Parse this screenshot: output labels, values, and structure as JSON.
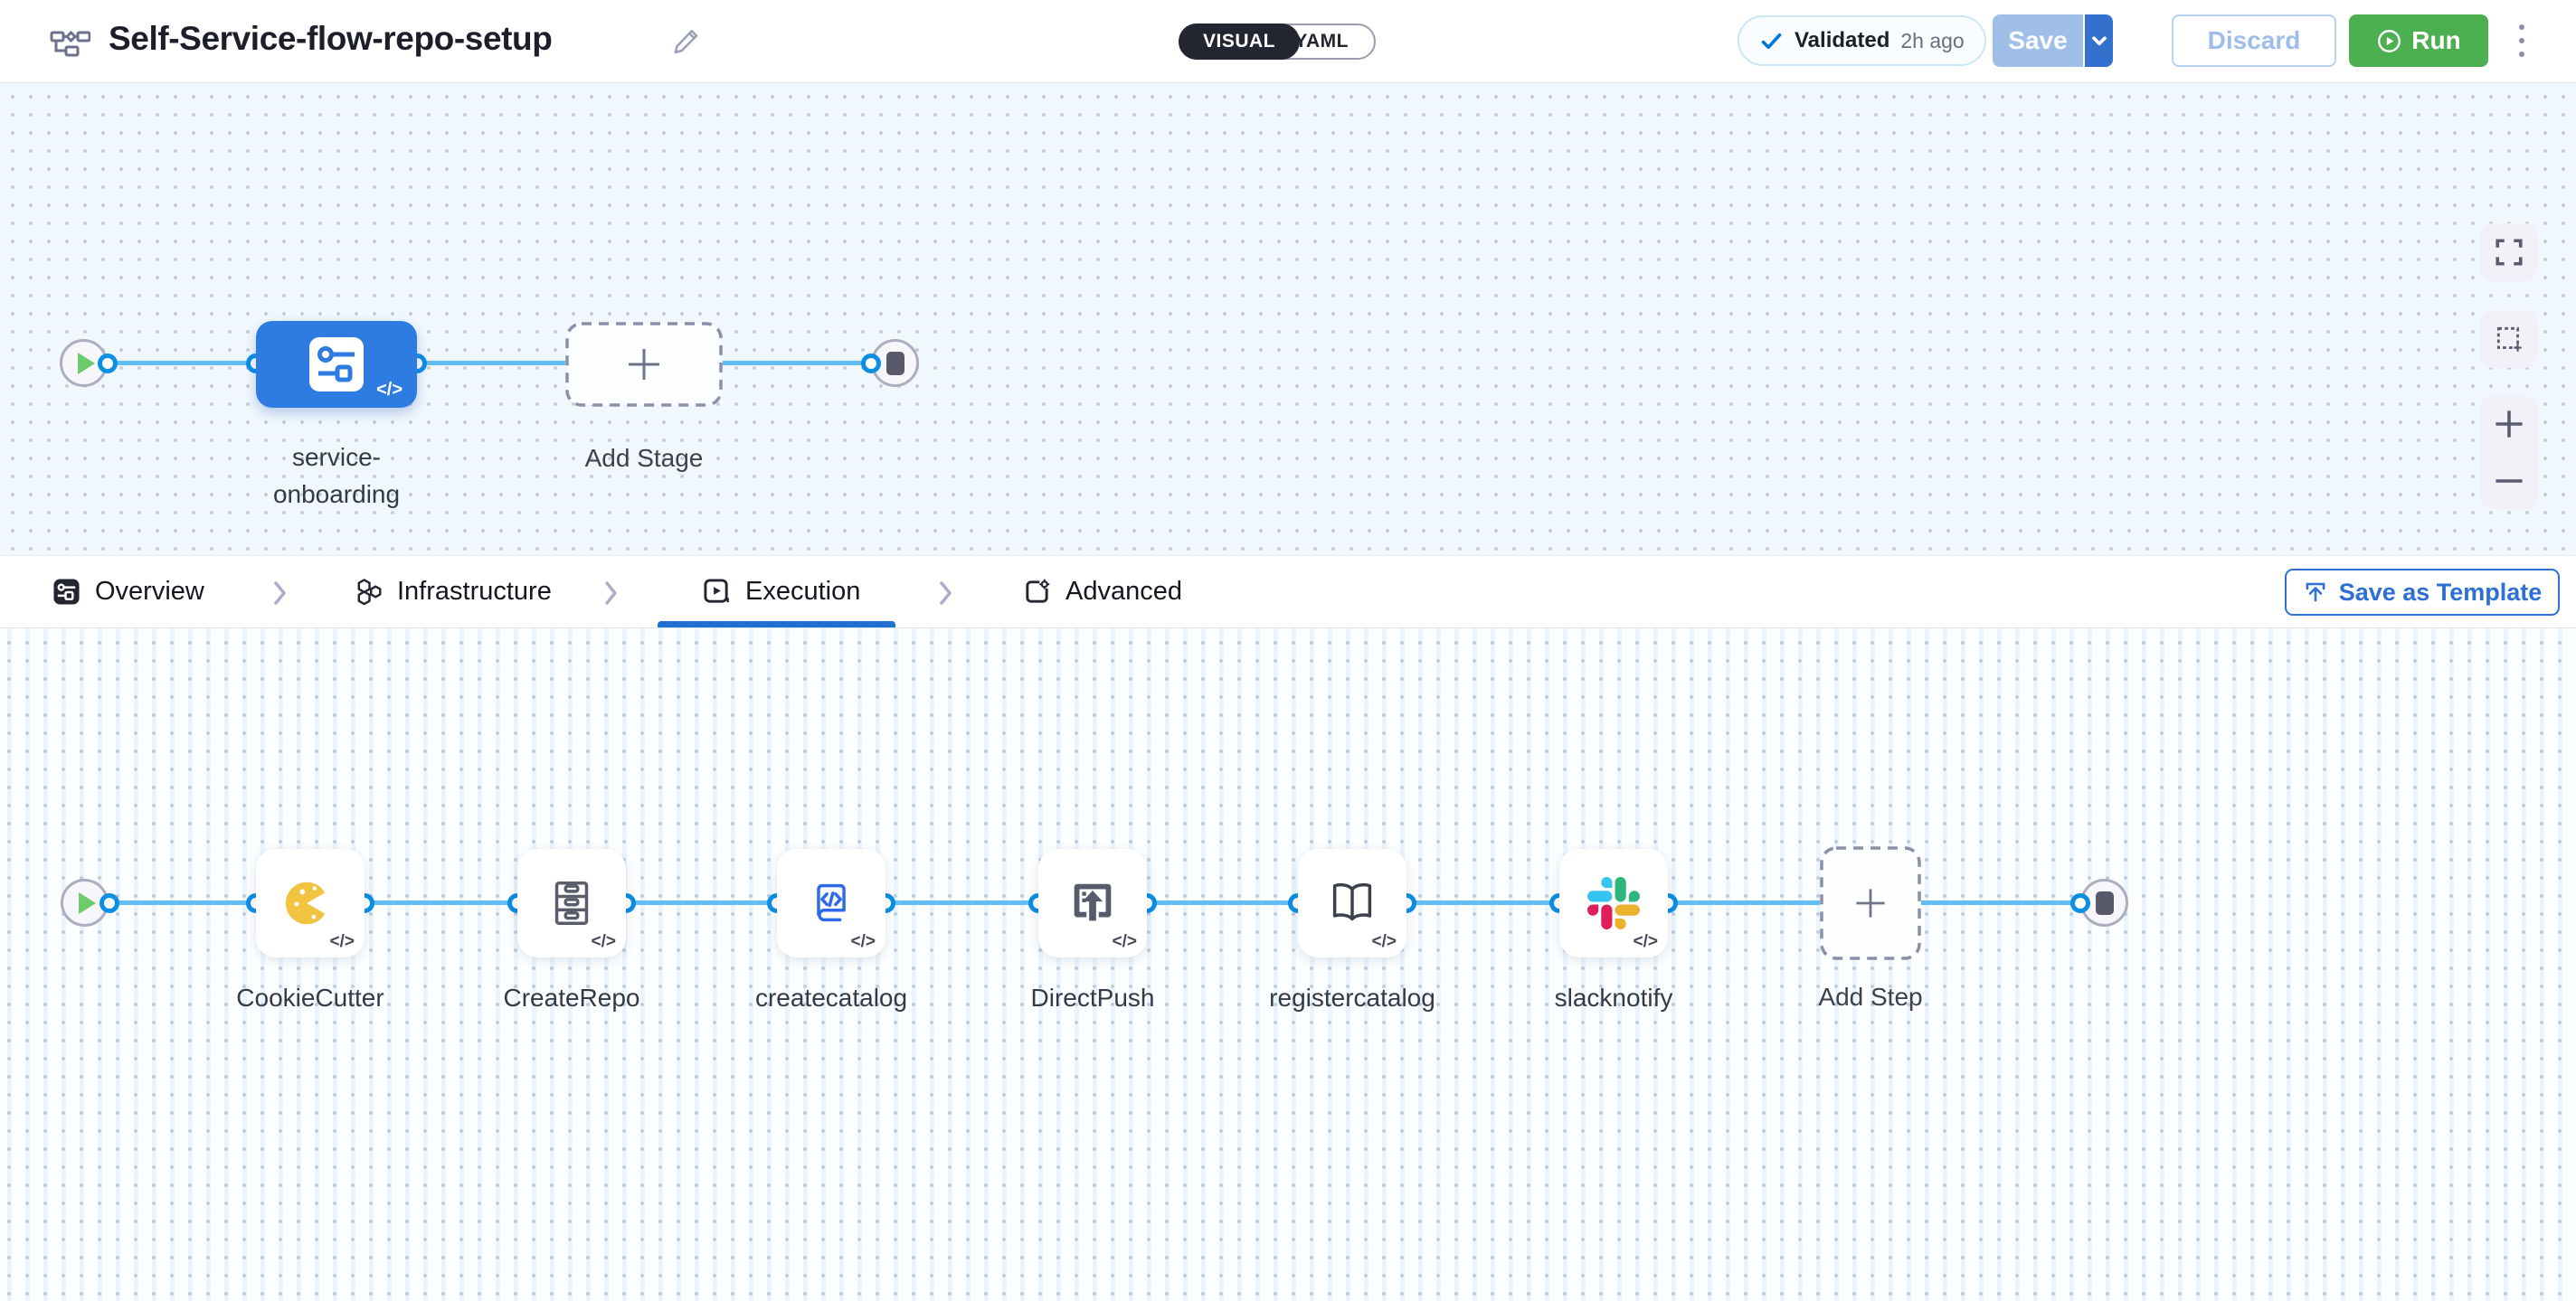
{
  "header": {
    "title": "Self-Service-flow-repo-setup",
    "title_icon": "pipeline-flowchart-icon",
    "edit_icon": "pencil-icon",
    "mode_toggle": {
      "visual": "VISUAL",
      "yaml": "YAML"
    },
    "validation": {
      "status": "Validated",
      "time": "2h ago",
      "icon": "check-icon"
    },
    "save": "Save",
    "discard": "Discard",
    "run": "Run",
    "more_menu_icon": "kebab-menu-icon"
  },
  "stage_canvas": {
    "stage_name_line1": "service-",
    "stage_name_line2": "onboarding",
    "stage_icon": "pipeline-stage-icon",
    "add_stage": "Add Stage",
    "code_badge": "</>",
    "controls": [
      "fit-view-icon",
      "marquee-select-icon",
      "zoom-in-icon",
      "zoom-out-icon"
    ]
  },
  "tabs": {
    "items": [
      {
        "label": "Overview",
        "icon": "overview-icon",
        "active": false
      },
      {
        "label": "Infrastructure",
        "icon": "infrastructure-icon",
        "active": false
      },
      {
        "label": "Execution",
        "icon": "execution-icon",
        "active": true
      },
      {
        "label": "Advanced",
        "icon": "advanced-icon",
        "active": false
      }
    ],
    "save_as_template": "Save as Template",
    "save_as_template_icon": "upload-template-icon"
  },
  "execution_canvas": {
    "steps": [
      {
        "label": "CookieCutter",
        "icon": "cookiecutter-icon"
      },
      {
        "label": "CreateRepo",
        "icon": "drawer-cabinet-icon"
      },
      {
        "label": "createcatalog",
        "icon": "code-scroll-icon"
      },
      {
        "label": "DirectPush",
        "icon": "upload-push-icon"
      },
      {
        "label": "registercatalog",
        "icon": "open-book-icon"
      },
      {
        "label": "slacknotify",
        "icon": "slack-icon"
      }
    ],
    "add_step": "Add Step",
    "code_badge": "</>"
  },
  "colors": {
    "port_blue": "#0b8fe3",
    "wire_blue": "#61bef2",
    "stage_blue": "#2e7ce2",
    "run_green": "#4caf50",
    "active_tab_blue": "#2170d0",
    "template_blue": "#2e6fd5",
    "canvas_top_bg": "#f1f8fd",
    "canvas_bottom_bg": "#fcfeff"
  }
}
